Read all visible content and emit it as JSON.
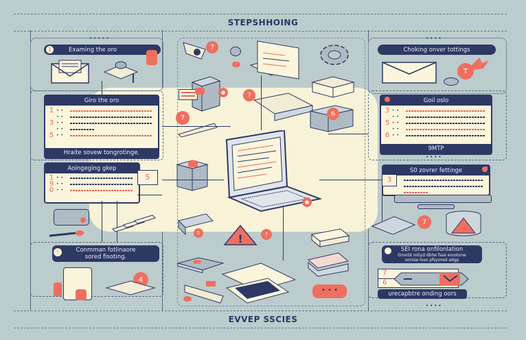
{
  "header": {
    "title": "STEPSHHOING"
  },
  "footer": {
    "title": "EVVEP SSCIES"
  },
  "panels": {
    "top_left": {
      "step_badge": "1",
      "label": "Examing the oro"
    },
    "mid_left": {
      "title": "Giro the oro",
      "rows": [
        {
          "num": "1",
          "highlight": true
        },
        {
          "num": "",
          "highlight": false
        },
        {
          "num": "3",
          "highlight": false
        },
        {
          "num": "",
          "highlight": false
        },
        {
          "num": "5",
          "highlight": true
        }
      ],
      "footer": "Hraite sovew tongrotinge."
    },
    "left_lower": {
      "title": "Aoingeging gkep",
      "side_number": "5",
      "rows": [
        {
          "num": "1"
        },
        {
          "num": "9"
        },
        {
          "num": "0"
        }
      ]
    },
    "bottom_left": {
      "badge": "!",
      "label_line1": "Conmman fotlinaore",
      "label_line2": "sored fisoting.",
      "step_badge": "4"
    },
    "top_right": {
      "label": "Choking onver tottings",
      "step_badge": "T"
    },
    "mid_right": {
      "title": "Goil oslo",
      "rows": [
        {
          "num": "3"
        },
        {
          "num": "5"
        },
        {
          "num": "6"
        }
      ],
      "footer": "9MTP"
    },
    "right_lower": {
      "title": "S0 zovrer fettinge",
      "side_number": "3",
      "step_badge": "7"
    },
    "bottom_right": {
      "title": "SEI rona onfilonlation",
      "subtitle_line1": "Gmotd rotiyd dbhe fsse erootone",
      "subtitle_line2": "oonise loso pfsyored adgp",
      "rows": [
        {
          "num": "7"
        },
        {
          "num": "6"
        }
      ],
      "footer": "urecapbtre onding oors"
    }
  },
  "center": {
    "badges": [
      "7",
      "7",
      "6",
      "5",
      "?"
    ],
    "warning_icon": "!"
  },
  "colors": {
    "background": "#bccbcc",
    "cream": "#f8f3d8",
    "navy": "#2e3864",
    "accent_red": "#ef6f5f"
  }
}
